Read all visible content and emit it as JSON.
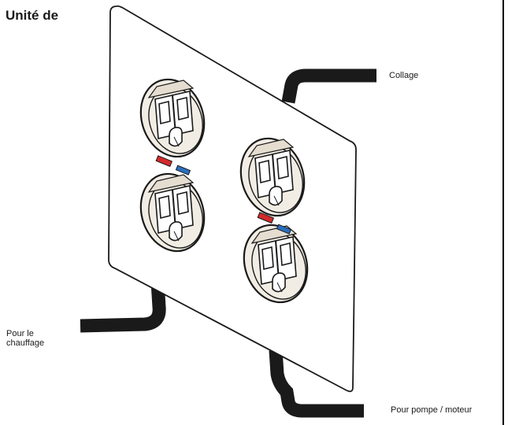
{
  "title": "Unité de",
  "labels": {
    "collage": "Collage",
    "chauffage_line1": "Pour le",
    "chauffage_line2": "chauffage",
    "pompe": "Pour pompe / moteur"
  },
  "colors": {
    "cable": "#1a1a1a",
    "plate_fill": "#ffffff",
    "plate_stroke": "#1a1a1a",
    "outlet_fill": "#f2ede4",
    "hot_marker": "#d42a2a",
    "cold_marker": "#2a6fbf"
  },
  "outlets": [
    {
      "id": "left-top"
    },
    {
      "id": "left-bottom"
    },
    {
      "id": "right-top"
    },
    {
      "id": "right-bottom"
    }
  ],
  "markers": [
    {
      "pair": "left",
      "hot": "red",
      "cold": "blue"
    },
    {
      "pair": "right",
      "hot": "red",
      "cold": "blue"
    }
  ]
}
